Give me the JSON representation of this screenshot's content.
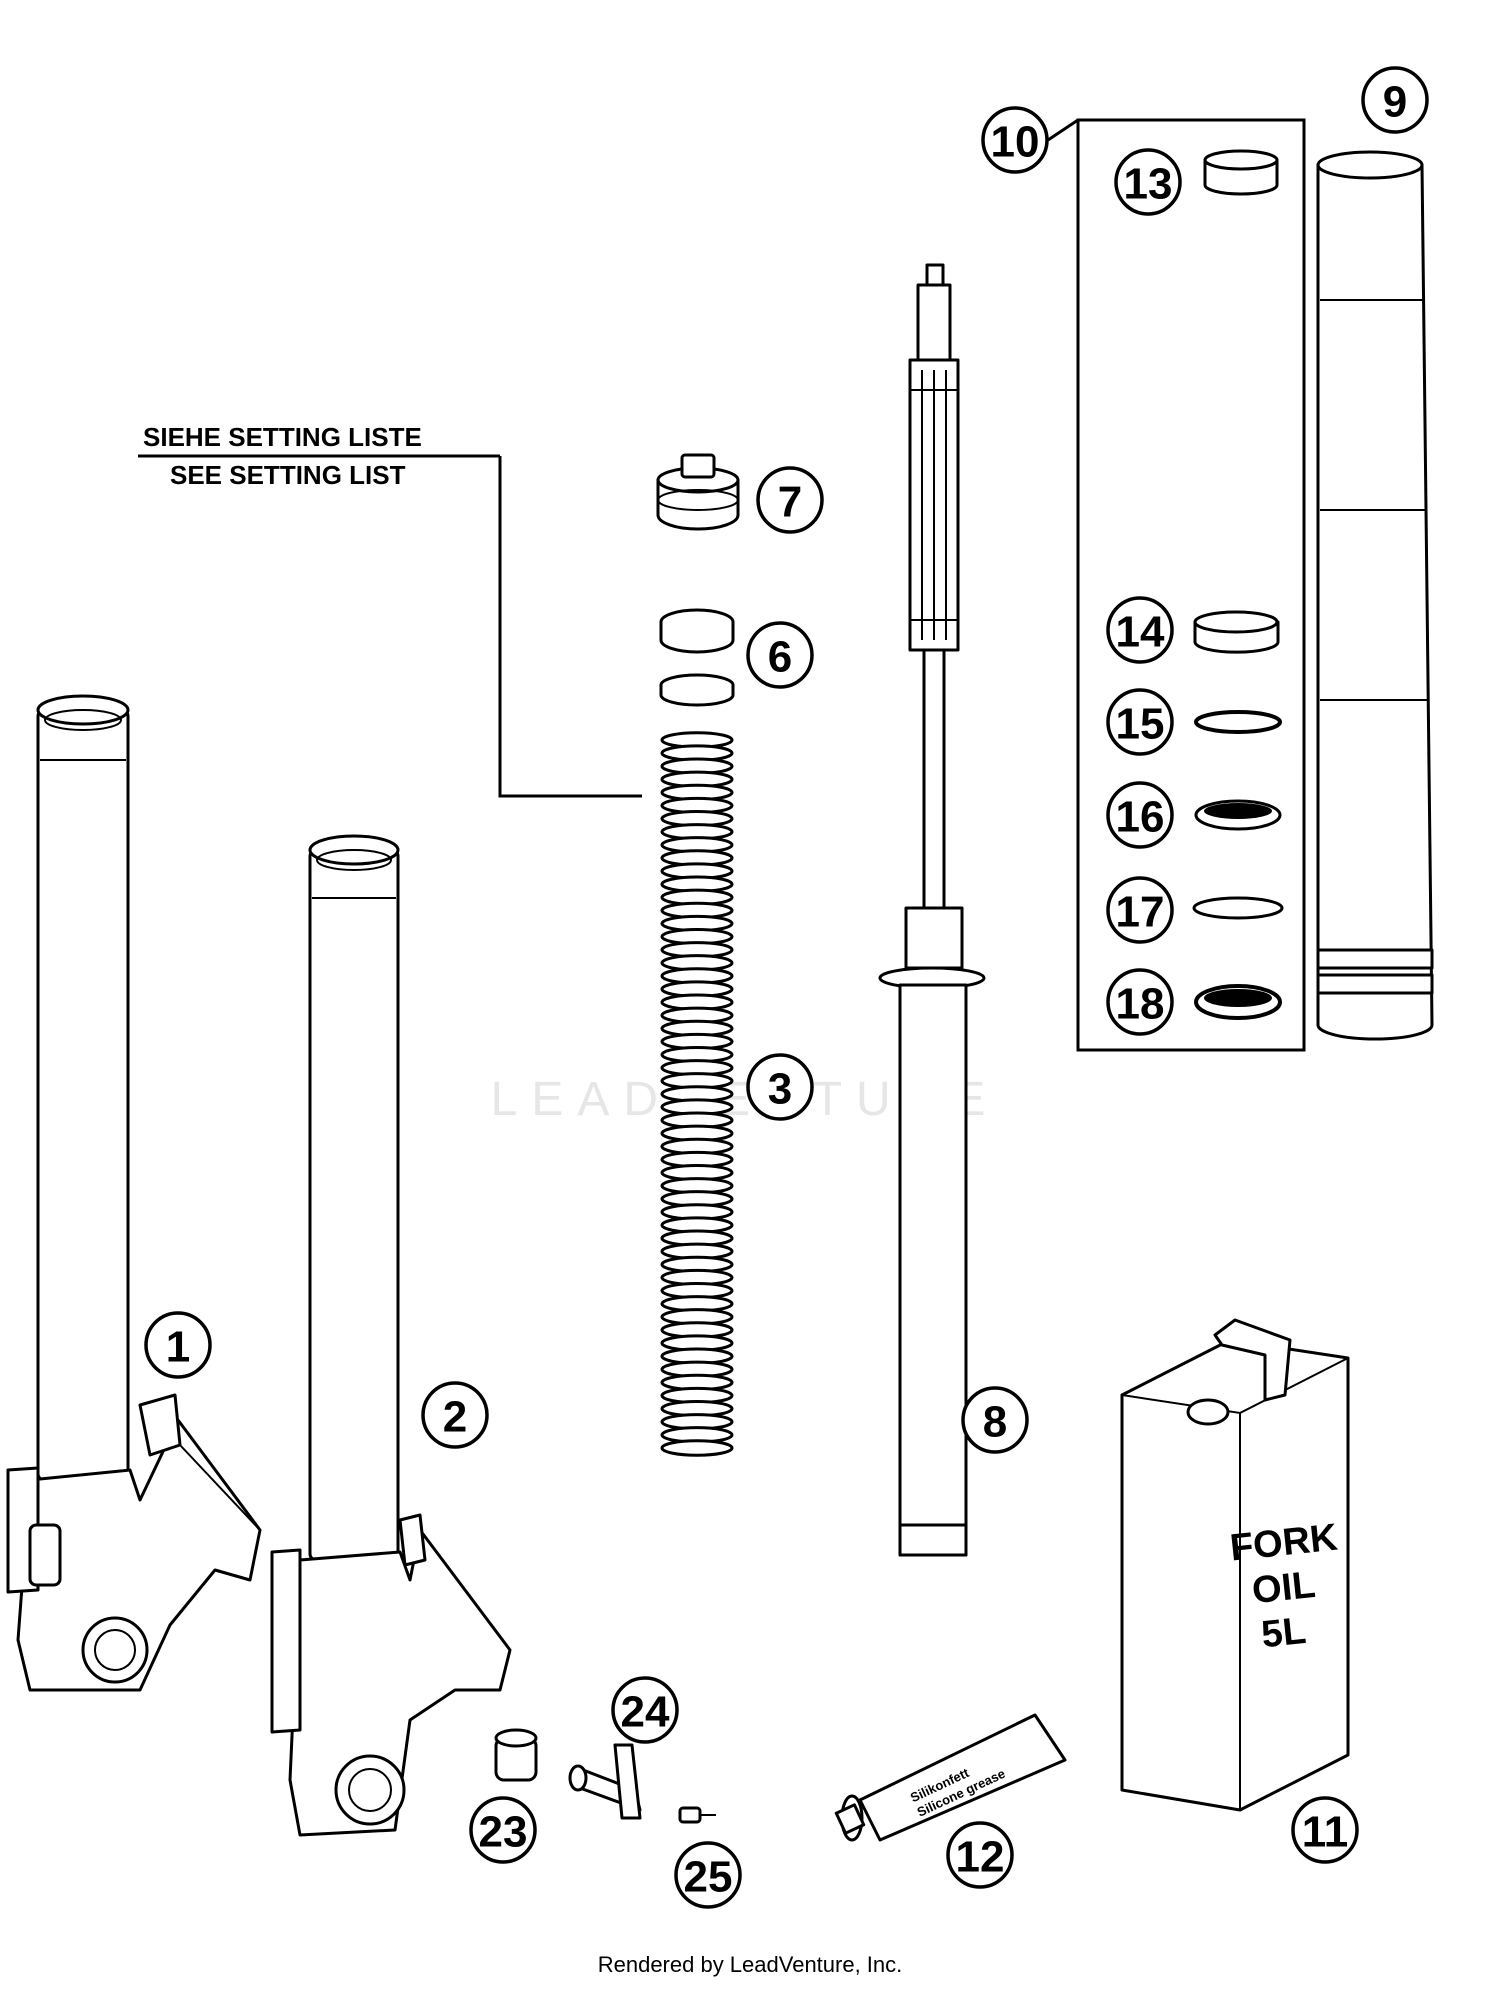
{
  "setting_note": {
    "line_de": "SIEHE SETTING LISTE",
    "line_en": "SEE SETTING LIST"
  },
  "callouts": [
    "1",
    "2",
    "3",
    "6",
    "7",
    "8",
    "9",
    "10",
    "11",
    "12",
    "13",
    "14",
    "15",
    "16",
    "17",
    "18",
    "23",
    "24",
    "25"
  ],
  "oil_can_label": {
    "line1": "FORK",
    "line2": "OIL",
    "line3": "5L"
  },
  "grease_tube_label": {
    "line1": "Silikonfett",
    "line2": "Silicone grease"
  },
  "watermark": "LEADVENTURE",
  "footer": "Rendered by LeadVenture, Inc."
}
